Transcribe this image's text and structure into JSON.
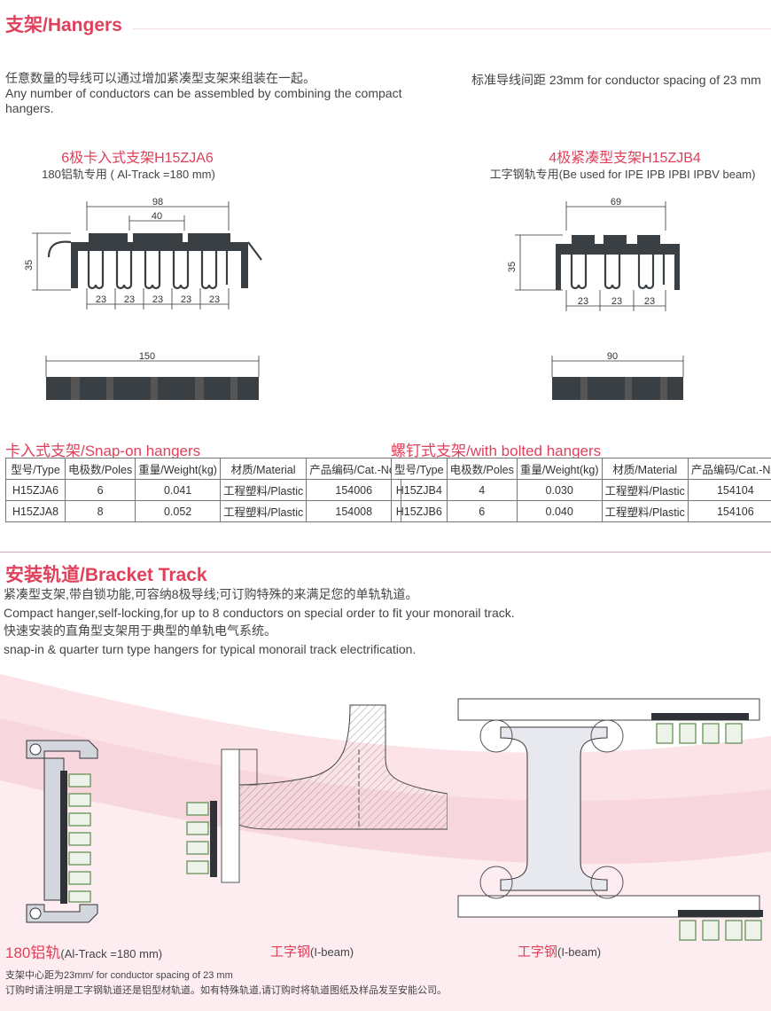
{
  "hangers": {
    "title": "支架/Hangers",
    "intro_cn": "任意数量的导线可以通过增加紧凑型支架来组装在一起。",
    "intro_en": "Any number of conductors can be assembled by combining the compact hangers.",
    "spacing_note": "标准导线间距 23mm for conductor spacing of 23 mm"
  },
  "figure_left": {
    "title": "6极卡入式支架H15ZJA6",
    "subtitle": "180铝轨专用 ( Al-Track =180 mm)",
    "dims": {
      "width_outer": "98",
      "width_inner": "40",
      "height": "35",
      "pitch": [
        "23",
        "23",
        "23",
        "23",
        "23"
      ],
      "length": "150"
    }
  },
  "figure_right": {
    "title": "4极紧凑型支架H15ZJB4",
    "subtitle": "工字钢轨专用(Be used for IPE IPB IPBI IPBV beam)",
    "dims": {
      "width_outer": "69",
      "height": "35",
      "pitch": [
        "23",
        "23",
        "23"
      ],
      "length": "90"
    }
  },
  "table_snap": {
    "title": "卡入式支架/Snap-on hangers",
    "headers": [
      "型号/Type",
      "电极数/Poles",
      "重量/Weight(kg)",
      "材质/Material",
      "产品编码/Cat.-No."
    ],
    "rows": [
      [
        "H15ZJA6",
        "6",
        "0.041",
        "工程塑料/Plastic",
        "154006"
      ],
      [
        "H15ZJA8",
        "8",
        "0.052",
        "工程塑料/Plastic",
        "154008"
      ]
    ]
  },
  "table_bolted": {
    "title": "螺钉式支架/with bolted hangers",
    "headers": [
      "型号/Type",
      "电极数/Poles",
      "重量/Weight(kg)",
      "材质/Material",
      "产品编码/Cat.-No."
    ],
    "rows": [
      [
        "H15ZJB4",
        "4",
        "0.030",
        "工程塑料/Plastic",
        "154104"
      ],
      [
        "H15ZJB6",
        "6",
        "0.040",
        "工程塑料/Plastic",
        "154106"
      ]
    ]
  },
  "bracket": {
    "title": "安装轨道/Bracket Track",
    "line1": "紧凑型支架,带自锁功能,可容纳8极导线;可订购特殊的来满足您的单轨轨道。",
    "line2": "Compact hanger,self-locking,for up to 8 conductors on special order to fit your monorail track.",
    "line3": "快速安装的直角型支架用于典型的单轨电气系统。",
    "line4": "snap-in & quarter turn type hangers for typical monorail track electrification."
  },
  "captions": {
    "al_track_cn": "180铝轨",
    "al_track_en": "(Al-Track =180 mm)",
    "ibeam1_cn": "工字钢",
    "ibeam1_en": "(I-beam)",
    "ibeam2_cn": "工字钢",
    "ibeam2_en": "(I-beam)"
  },
  "footer": {
    "note1": "支架中心距为23mm/ for conductor spacing of 23 mm",
    "note2": "订购时请注明是工字钢轨道还是铝型材轨道。如有特殊轨道,请订购时将轨道图纸及样品发至安能公司。"
  },
  "colors": {
    "accent": "#e0405a",
    "swoosh": "#f3c6cf",
    "green": "#7aa86a"
  }
}
